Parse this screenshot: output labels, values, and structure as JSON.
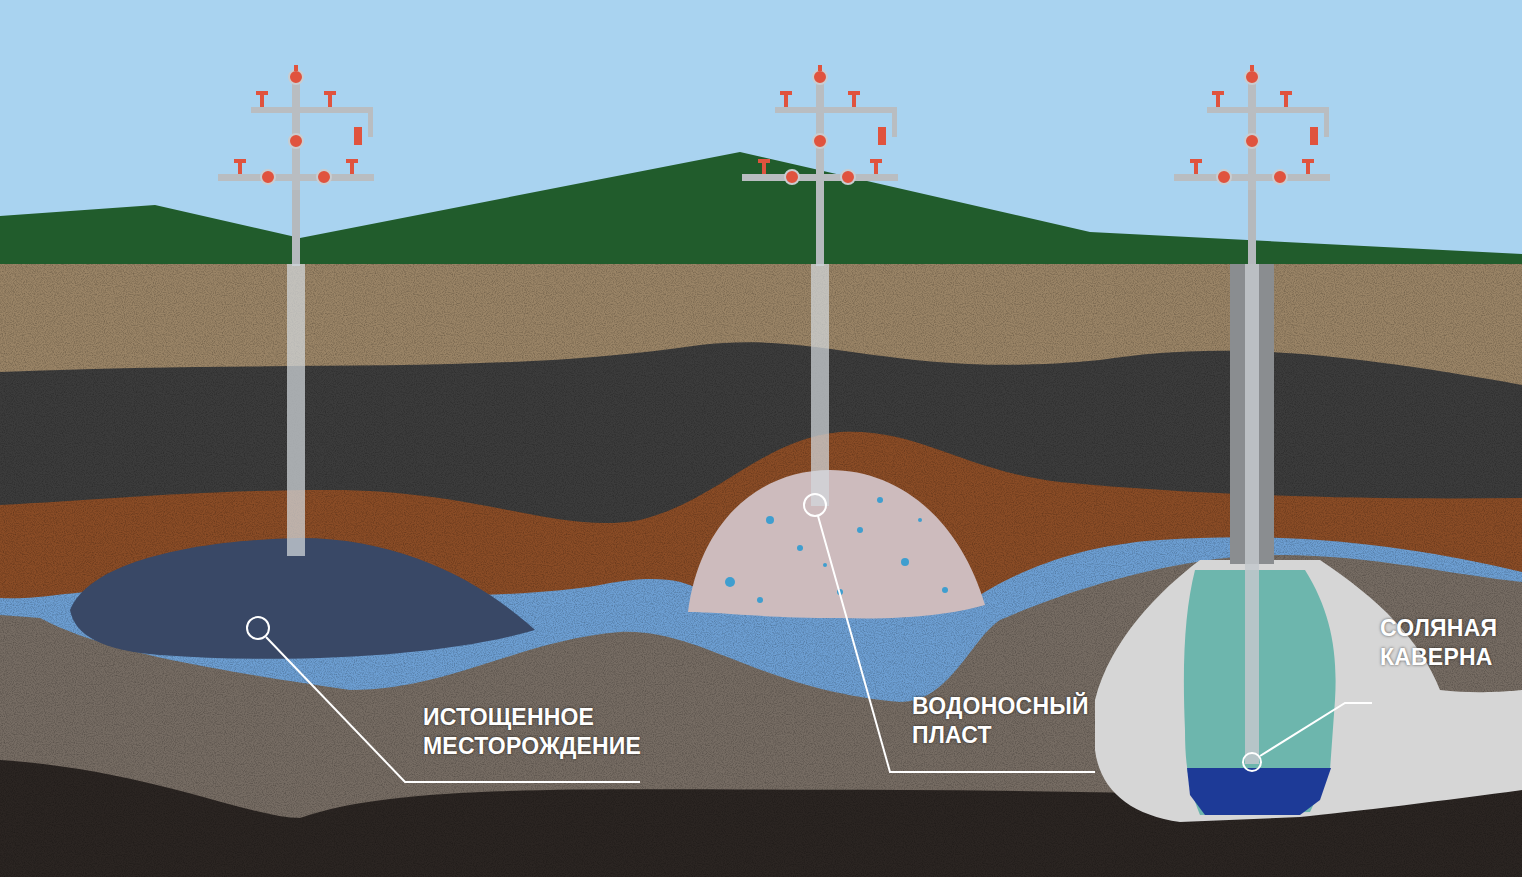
{
  "diagram": {
    "labels": [
      "ИСТОЩЕННОЕ МЕСТОРОЖДЕНИЕ",
      "ВОДОНОСНЫЙ ПЛАСТ",
      "СОЛЯНАЯ КАВЕРНА"
    ]
  }
}
